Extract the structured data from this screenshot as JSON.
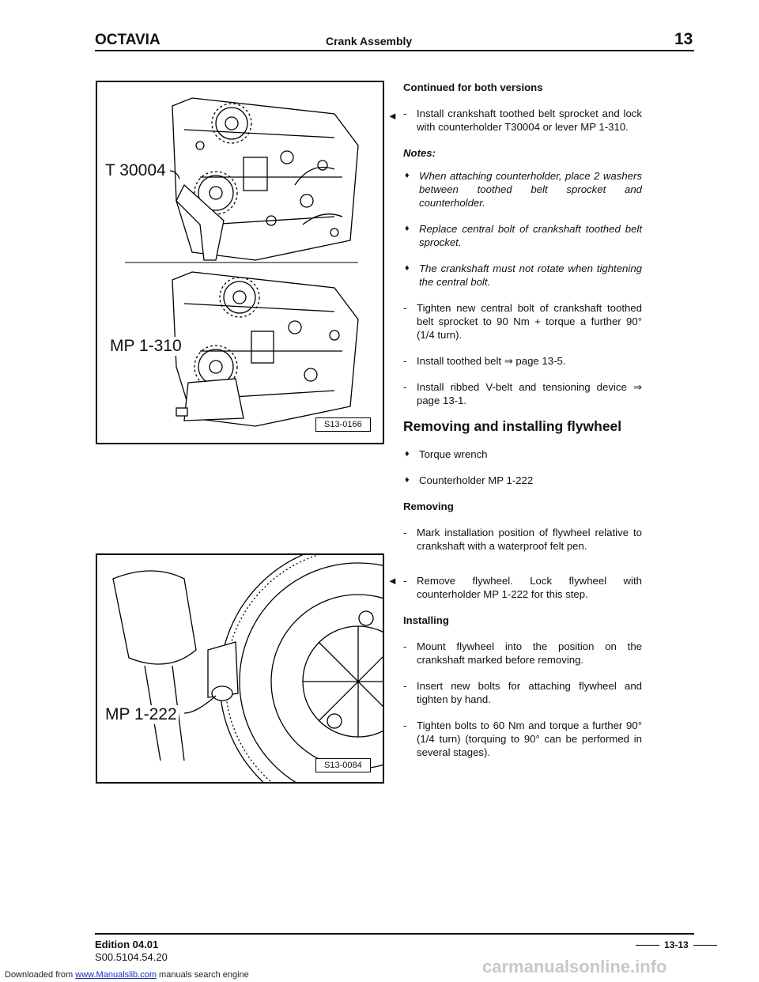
{
  "header": {
    "brand": "OCTAVIA",
    "section": "Crank Assembly",
    "chapter": "13"
  },
  "figure1": {
    "label_top": "T 30004",
    "label_bottom": "MP 1-310",
    "code": "S13-0166"
  },
  "figure2": {
    "label": "MP 1-222",
    "code": "S13-0084"
  },
  "content": {
    "continued_heading": "Continued for both versions",
    "step1": "Install crankshaft toothed belt sprocket and lock with counterholder T30004 or lever MP 1-310.",
    "notes_label": "Notes:",
    "note1": "When attaching counterholder, place 2 washers between toothed belt sprocket and counterholder.",
    "note2": "Replace central bolt of crankshaft toothed belt sprocket.",
    "note3": "The crankshaft must not rotate when tightening the central bolt.",
    "step2": "Tighten new central bolt of crankshaft toothed belt sprocket to 90 Nm + torque a further 90° (1/4 turn).",
    "step3": "Install toothed belt ⇒ page 13-5.",
    "step4": "Install ribbed V-belt and tensioning device ⇒ page 13-1.",
    "section_heading": "Removing and installing flywheel",
    "tool1": "Torque wrench",
    "tool2": "Counterholder MP 1-222",
    "removing_heading": "Removing",
    "step5": "Mark installation position of flywheel relative to crankshaft with a waterproof felt pen.",
    "step6": "Remove flywheel. Lock flywheel with counterholder MP 1-222 for this step.",
    "installing_heading": "Installing",
    "step7": "Mount flywheel into the position on the crankshaft marked before removing.",
    "step8": "Insert new bolts for attaching flywheel and tighten by hand.",
    "step9": "Tighten bolts to 60 Nm and torque a further 90° (1/4 turn) (torquing to 90° can be performed in several stages).",
    "dash": "-",
    "diamond": "♦",
    "arrow": "◄"
  },
  "footer": {
    "edition": "Edition 04.01",
    "doc_code": "S00.5104.54.20",
    "page": "13-13"
  },
  "download": {
    "prefix": "Downloaded from",
    "link": "www.Manualslib.com",
    "suffix": "manuals search engine"
  },
  "watermark": "carmanualsonline.info"
}
